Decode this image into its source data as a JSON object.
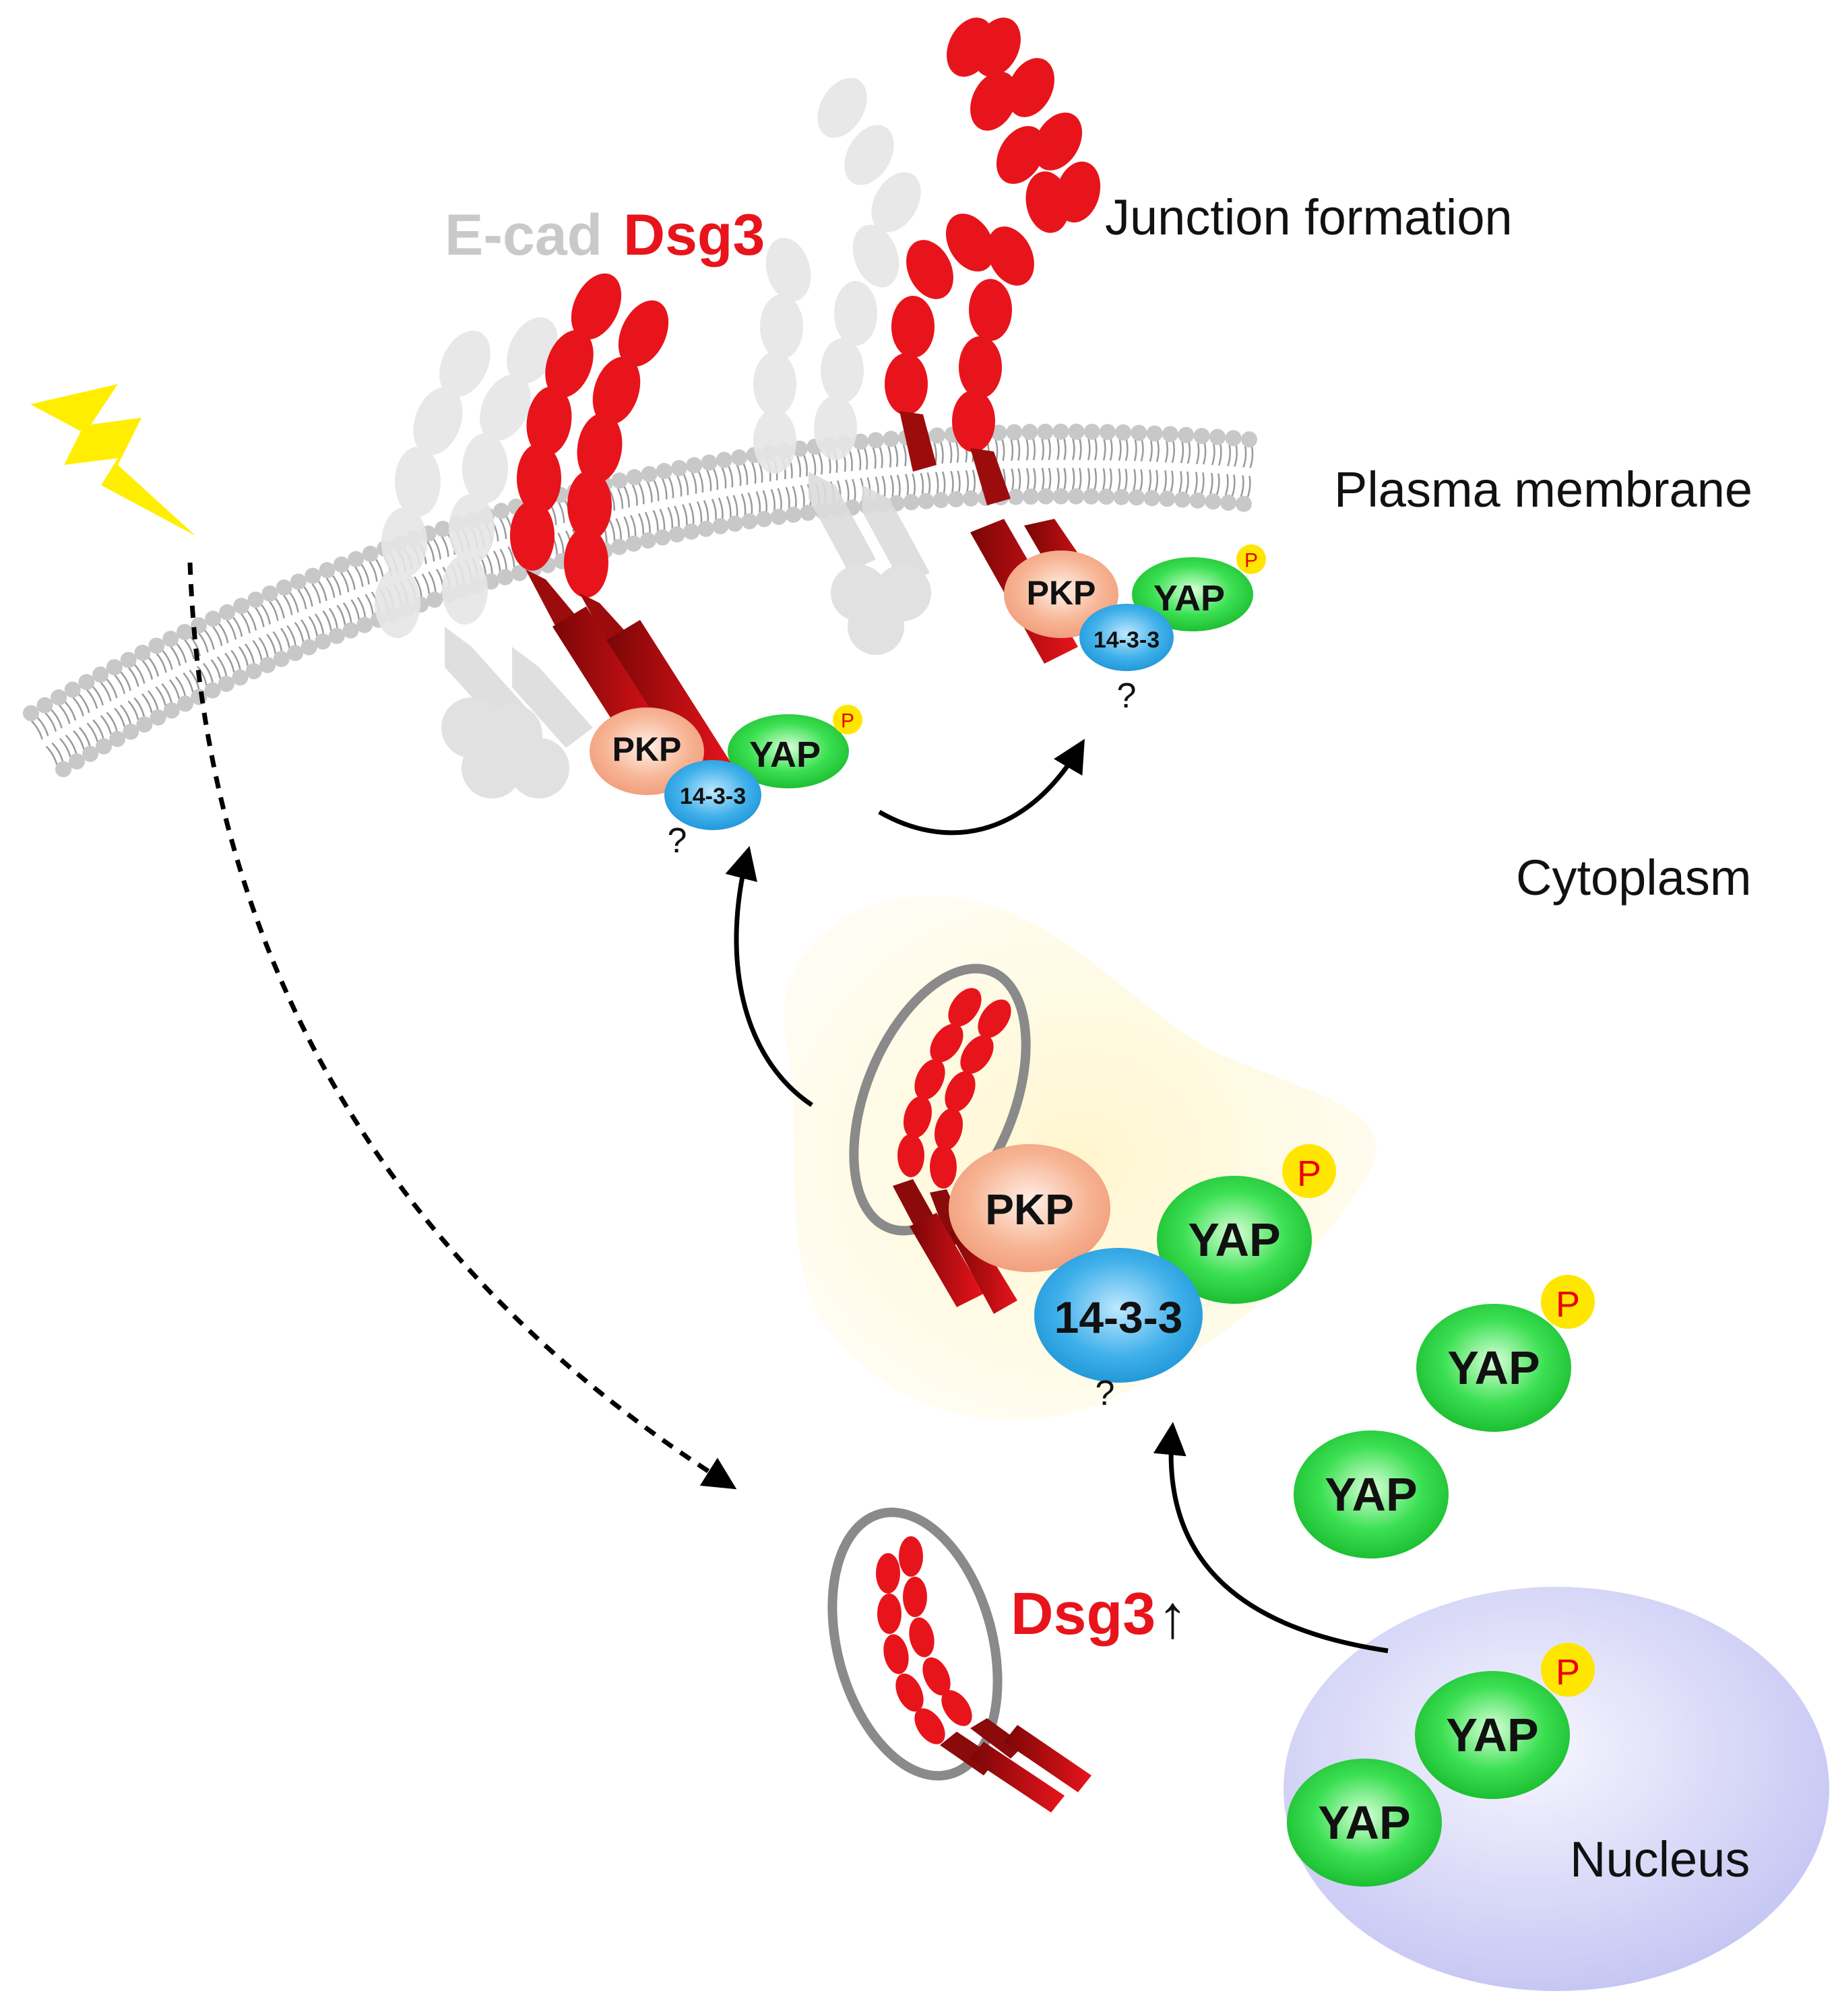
{
  "labels": {
    "ecad": "E-cad",
    "dsg3": "Dsg3",
    "junction_formation": "Junction formation",
    "plasma_membrane": "Plasma membrane",
    "cytoplasm": "Cytoplasm",
    "nucleus": "Nucleus",
    "dsg3_up": "Dsg3",
    "up_arrow": "↑"
  },
  "proteins": {
    "pkp": "PKP",
    "yap": "YAP",
    "p1433": "14-3-3",
    "phospho": "P",
    "unknown": "?"
  },
  "colors": {
    "dsg3_red": "#e8141c",
    "dsg3_dark": "#8b0a0a",
    "ecad_grey": "#d9d9d9",
    "yap_green": "#22d13a",
    "pkp_peach": "#f4a98a",
    "p1433_blue": "#2ea6e0",
    "phospho_yellow": "#ffe600",
    "nucleus_lavender": "#c9c9f5",
    "membrane_grey": "#c8c8c8",
    "lightning_yellow": "#ffee00",
    "vesicle_grey": "#8a8a8a"
  }
}
